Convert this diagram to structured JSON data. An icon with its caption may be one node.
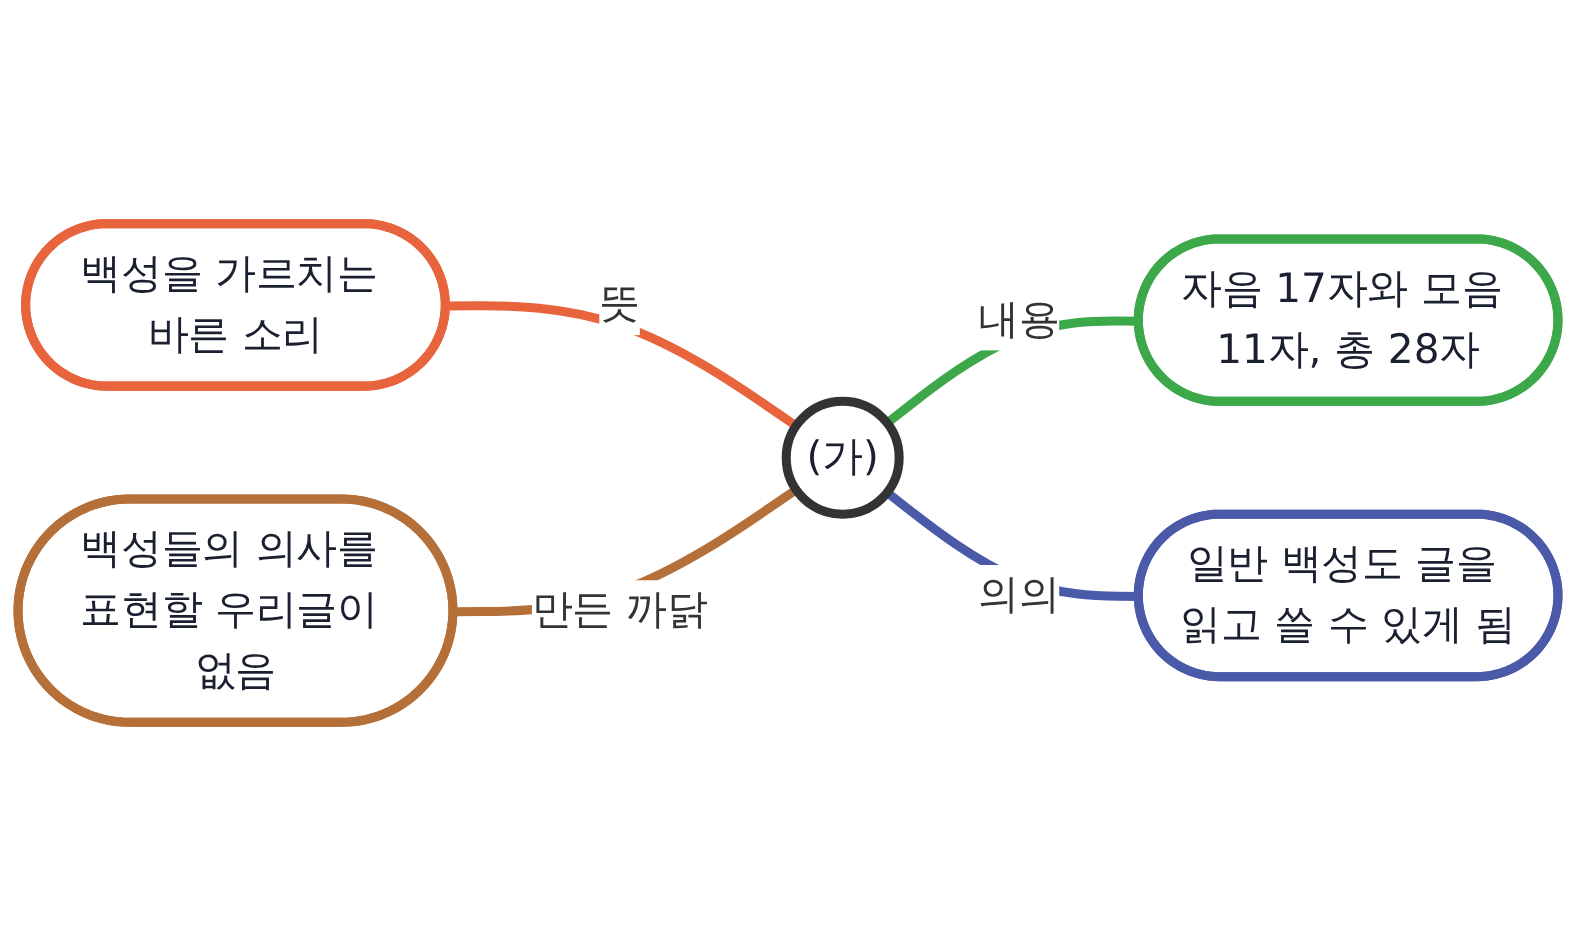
{
  "diagram": {
    "nodes": [
      {
        "text": [
          "(가)"
        ]
      },
      {
        "text": [
          "백성을 가르치는 바른 소리"
        ]
      },
      {
        "text": [
          "자음 17자와 모음 11자, 총 28자"
        ]
      },
      {
        "text": [
          "백성들의 의사를 표현할 우리글이 없음"
        ]
      },
      {
        "text": [
          "일반 백성도 글을 읽고 쓸 수 있게 됨"
        ]
      }
    ],
    "edges": [
      {
        "from": 1,
        "to": 0,
        "arrow": "none",
        "label": "뜻",
        "color": "#e8643c"
      },
      {
        "from": 0,
        "to": 2,
        "arrow": "none",
        "label": "내용",
        "color": "#3da84a"
      },
      {
        "from": 3,
        "to": 0,
        "arrow": "none",
        "label": "만든 까닭",
        "color": "#b5703a"
      },
      {
        "from": 0,
        "to": 4,
        "arrow": "none",
        "label": "의의",
        "color": "#4a5aa8"
      }
    ]
  }
}
